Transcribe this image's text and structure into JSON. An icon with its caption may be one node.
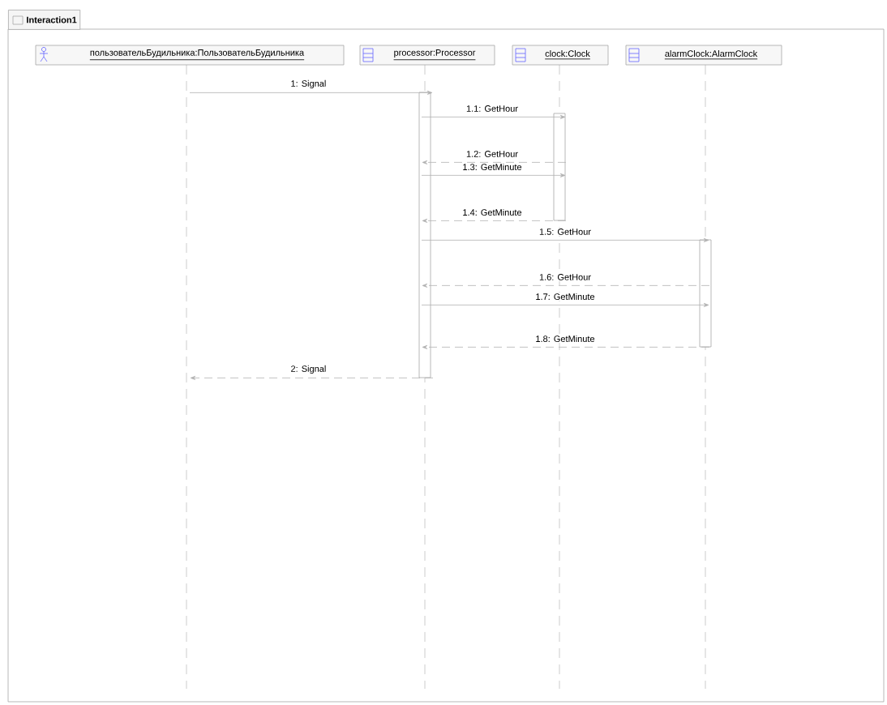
{
  "diagram": {
    "nodes": [
      {
        "text": [
          "Interaction1"
        ]
      },
      {
        "text": [
          "пользовательБудильника:ПользовательБудильника"
        ],
        "in": 0
      },
      {
        "text": [
          "processor:Processor"
        ],
        "in": 0
      },
      {
        "text": [
          "clock:Clock"
        ],
        "in": 0
      },
      {
        "text": [
          "alarmClock:AlarmClock"
        ],
        "in": 0
      }
    ],
    "edges": [
      {
        "from": 1,
        "to": 2,
        "arrow": "to",
        "label": "1: Signal"
      },
      {
        "from": 2,
        "to": 3,
        "arrow": "to",
        "label": "1.1: GetHour"
      },
      {
        "from": 3,
        "to": 2,
        "arrow": "to",
        "label": "1.2: GetHour",
        "style": "dashed"
      },
      {
        "from": 2,
        "to": 3,
        "arrow": "to",
        "label": "1.3: GetMinute"
      },
      {
        "from": 3,
        "to": 2,
        "arrow": "to",
        "label": "1.4: GetMinute",
        "style": "dashed"
      },
      {
        "from": 2,
        "to": 4,
        "arrow": "to",
        "label": "1.5: GetHour"
      },
      {
        "from": 4,
        "to": 2,
        "arrow": "to",
        "label": "1.6: GetHour",
        "style": "dashed"
      },
      {
        "from": 2,
        "to": 4,
        "arrow": "to",
        "label": "1.7: GetMinute"
      },
      {
        "from": 4,
        "to": 2,
        "arrow": "to",
        "label": "1.8: GetMinute",
        "style": "dashed"
      },
      {
        "from": 2,
        "to": 1,
        "arrow": "to",
        "label": "2: Signal",
        "style": "dashed"
      }
    ]
  }
}
